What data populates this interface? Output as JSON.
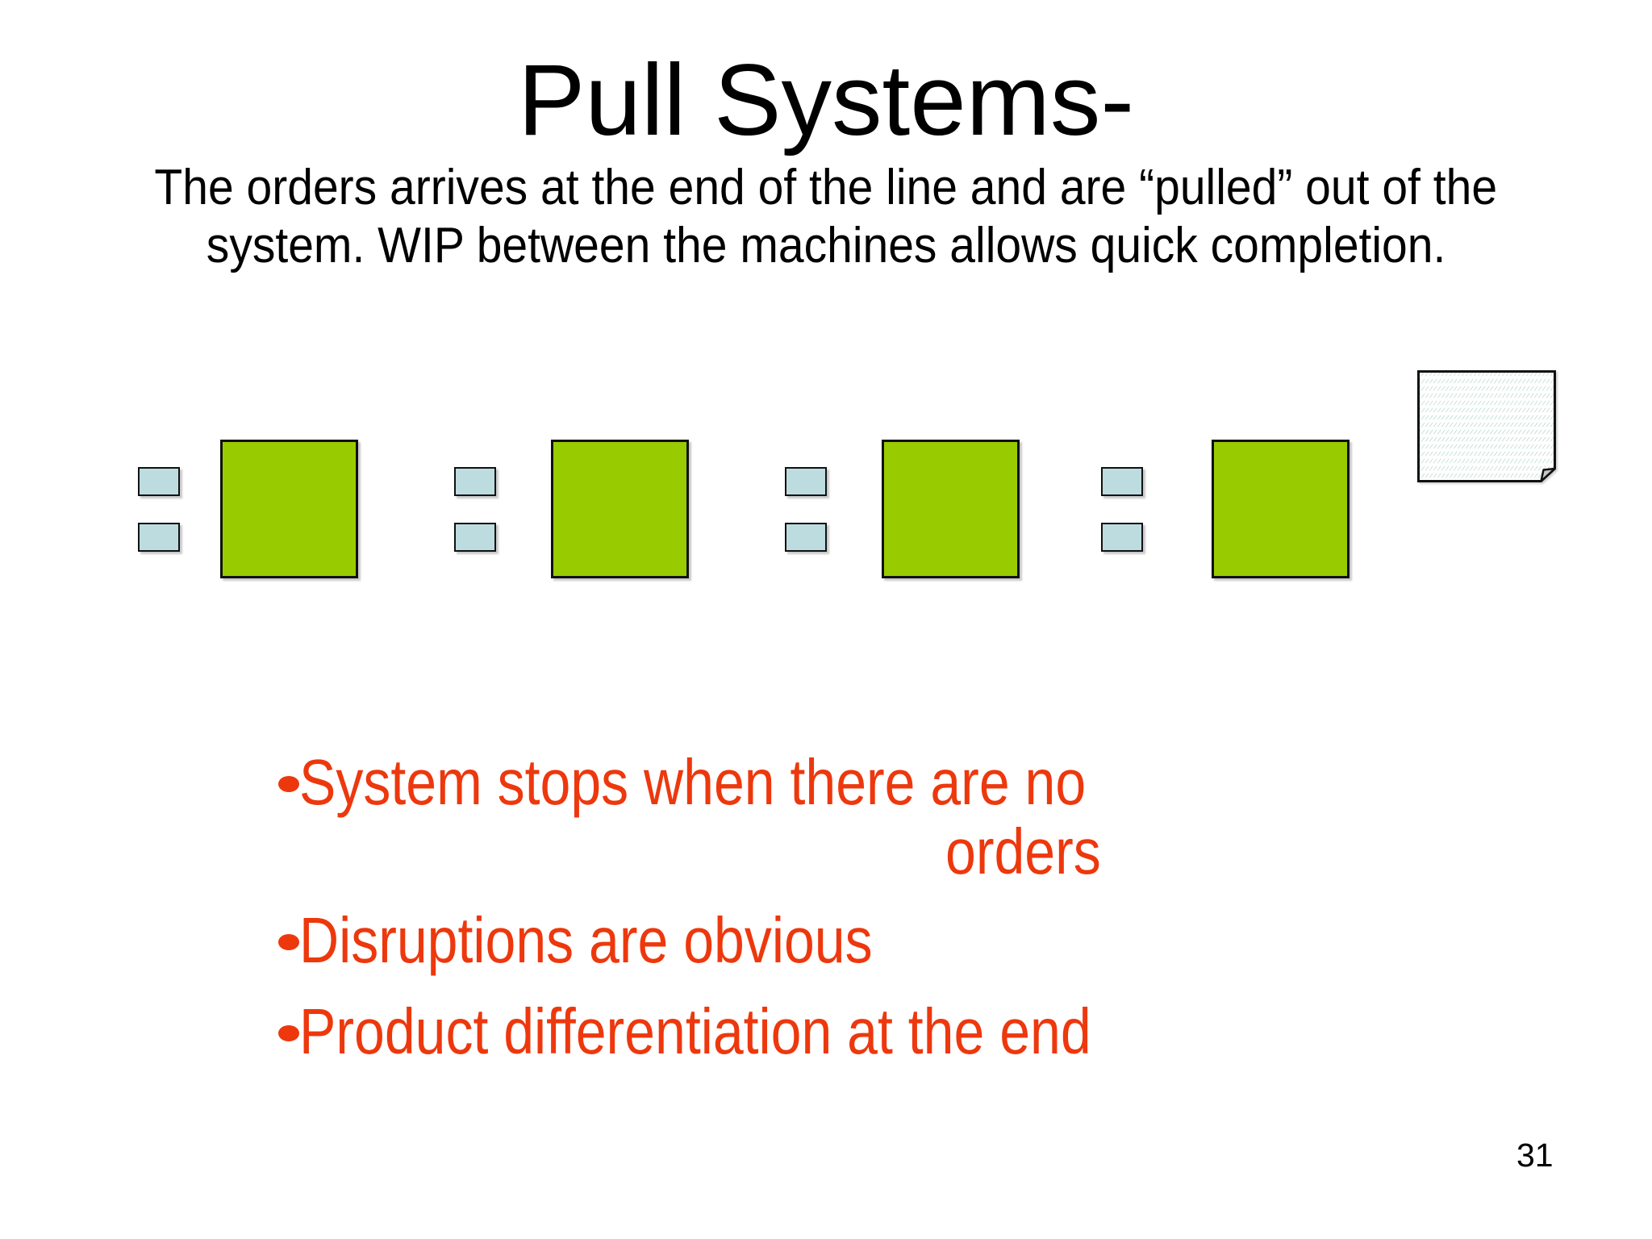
{
  "slide": {
    "title": "Pull Systems-",
    "subtitle": {
      "line1": "The orders arrives at the end of the line and are “pulled” out of the",
      "line2": "system. WIP between the machines allows quick completion."
    },
    "bullets": [
      {
        "line1": "System stops when there are no",
        "line2": "orders"
      },
      {
        "text": "Disruptions are obvious"
      },
      {
        "text": "Product differentiation at the end"
      }
    ],
    "page_number": "31"
  },
  "diagram": {
    "description": "pull production line: WIP buffers feeding machines, order document at end of line",
    "machine_count": 4,
    "wip_buffer_count": 4,
    "wip_items_per_buffer": 2,
    "order_note_icon": "order-document",
    "colors": {
      "machine_fill": "#99CC00",
      "wip_fill": "#BCDCE0",
      "outline": "#111111",
      "note_hatch": "#B7D8CA",
      "note_fold": "#C4C8C6"
    }
  },
  "colors": {
    "background": "#FFFFFF",
    "title_text": "#000000",
    "bullet_text": "#ED380D",
    "page_number": "#000000"
  }
}
